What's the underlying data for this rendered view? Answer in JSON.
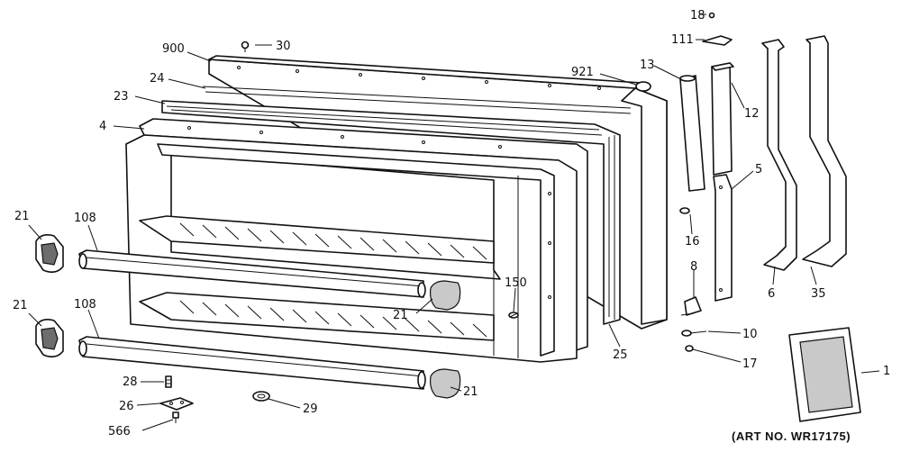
{
  "diagram": {
    "art_number": "(ART NO. WR17175)",
    "callouts": [
      {
        "id": "c900",
        "text": "900"
      },
      {
        "id": "c30",
        "text": "30"
      },
      {
        "id": "c24",
        "text": "24"
      },
      {
        "id": "c23",
        "text": "23"
      },
      {
        "id": "c4",
        "text": "4"
      },
      {
        "id": "c921",
        "text": "921"
      },
      {
        "id": "c18",
        "text": "18"
      },
      {
        "id": "c111",
        "text": "111"
      },
      {
        "id": "c13",
        "text": "13"
      },
      {
        "id": "c12",
        "text": "12"
      },
      {
        "id": "c5",
        "text": "5"
      },
      {
        "id": "c16",
        "text": "16"
      },
      {
        "id": "c8",
        "text": "8"
      },
      {
        "id": "c6",
        "text": "6"
      },
      {
        "id": "c35",
        "text": "35"
      },
      {
        "id": "c10",
        "text": "10"
      },
      {
        "id": "c17",
        "text": "17"
      },
      {
        "id": "c1",
        "text": "1"
      },
      {
        "id": "c21a",
        "text": "21"
      },
      {
        "id": "c108a",
        "text": "108"
      },
      {
        "id": "c21b",
        "text": "21"
      },
      {
        "id": "c108b",
        "text": "108"
      },
      {
        "id": "c21c",
        "text": "21"
      },
      {
        "id": "c150",
        "text": "150"
      },
      {
        "id": "c25",
        "text": "25"
      },
      {
        "id": "c21d",
        "text": "21"
      },
      {
        "id": "c28",
        "text": "28"
      },
      {
        "id": "c26",
        "text": "26"
      },
      {
        "id": "c29",
        "text": "29"
      },
      {
        "id": "c566",
        "text": "566"
      }
    ]
  }
}
